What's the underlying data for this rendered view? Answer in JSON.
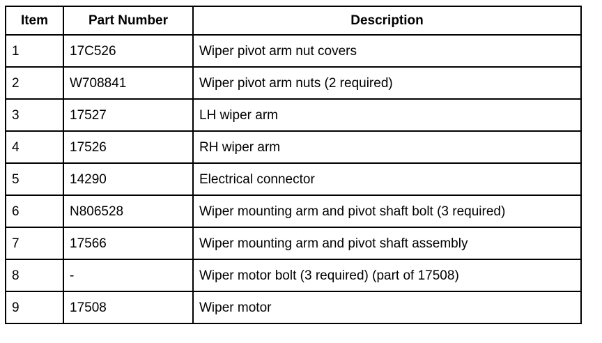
{
  "table": {
    "columns": [
      {
        "key": "item",
        "label": "Item"
      },
      {
        "key": "part_number",
        "label": "Part Number"
      },
      {
        "key": "description",
        "label": "Description"
      }
    ],
    "rows": [
      {
        "item": "1",
        "part_number": "17C526",
        "description": "Wiper pivot arm nut covers"
      },
      {
        "item": "2",
        "part_number": "W708841",
        "description": "Wiper pivot arm nuts (2 required)"
      },
      {
        "item": "3",
        "part_number": "17527",
        "description": "LH wiper arm"
      },
      {
        "item": "4",
        "part_number": "17526",
        "description": "RH wiper arm"
      },
      {
        "item": "5",
        "part_number": "14290",
        "description": "Electrical connector"
      },
      {
        "item": "6",
        "part_number": "N806528",
        "description": "Wiper mounting arm and pivot shaft bolt (3 required)"
      },
      {
        "item": "7",
        "part_number": "17566",
        "description": "Wiper mounting arm and pivot shaft assembly"
      },
      {
        "item": "8",
        "part_number": "-",
        "description": "Wiper motor bolt (3 required) (part of 17508)"
      },
      {
        "item": "9",
        "part_number": "17508",
        "description": "Wiper motor"
      }
    ]
  },
  "colors": {
    "background": "#ffffff",
    "border": "#000000",
    "text": "#000000"
  }
}
